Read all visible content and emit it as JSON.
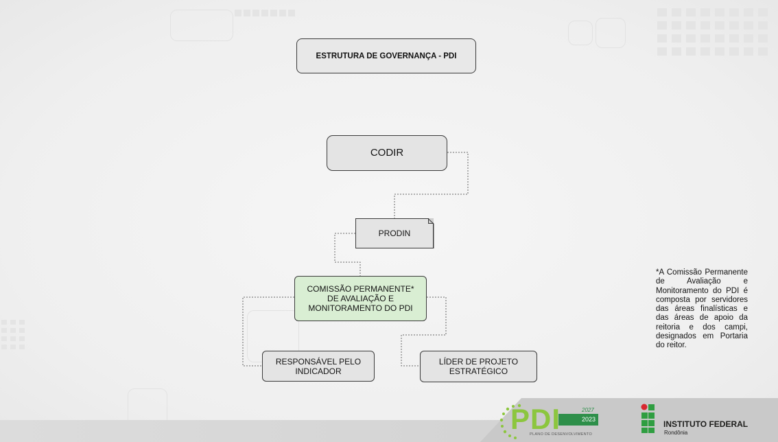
{
  "diagram": {
    "title": "ESTRUTURA DE GOVERNANÇA - PDI",
    "nodes": {
      "codir": "CODIR",
      "prodin": "PRODIN",
      "comissao": "COMISSÃO PERMANENTE*\nDE AVALIAÇÃO E\nMONITORAMENTO DO PDI",
      "responsavel": "RESPONSÁVEL PELO\nINDICADOR",
      "lider": "LÍDER DE PROJETO\nESTRATÉGICO"
    },
    "edges": [
      [
        "codir",
        "prodin"
      ],
      [
        "prodin",
        "comissao"
      ],
      [
        "comissao",
        "responsavel"
      ],
      [
        "comissao",
        "lider"
      ]
    ],
    "footnote": "*A Comissão Permanente de Avaliação e Monitoramento do PDI é composta por servidores das áreas finalísticas e das áreas de apoio da reitoria e dos campi, designados em Portaria do reitor."
  },
  "footer": {
    "pdi_logo_text": "PDI",
    "pdi_year_start": "2023",
    "pdi_year_end": "2027",
    "pdi_subtitle": "PLANO DE DESENVOLVIMENTO",
    "institution_name": "INSTITUTO FEDERAL",
    "institution_unit": "Rondônia"
  },
  "colors": {
    "node_fill": "#e4e4e4",
    "highlight_fill": "#d9eed3",
    "pdi_green": "#8cc63e",
    "if_red": "#d7282f",
    "if_green": "#2f9e41"
  }
}
